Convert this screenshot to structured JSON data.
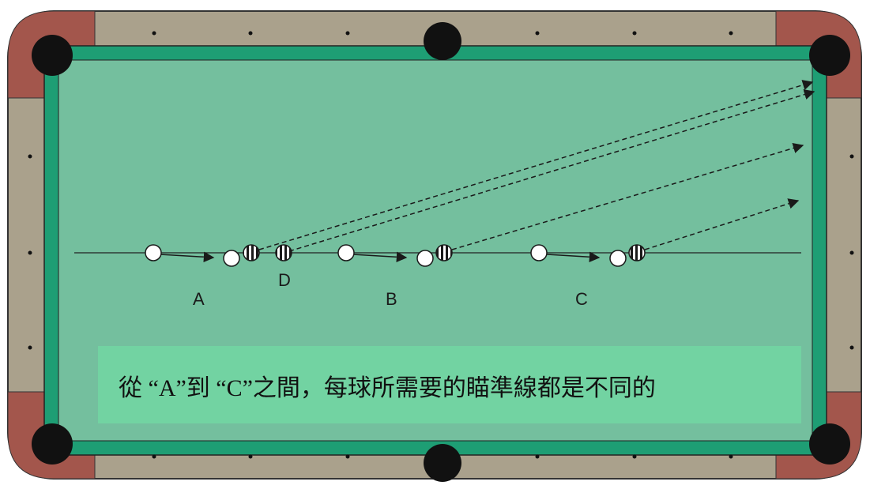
{
  "colors": {
    "felt": "#74bf9e",
    "cushion": "#1e9e74",
    "rail": "#aaa18c",
    "corner_rail": "#a3564c",
    "pocket": "#111111",
    "caption_bg": "#72d3a2"
  },
  "labels": {
    "a": "A",
    "b": "B",
    "c": "C",
    "d": "D"
  },
  "caption": "從 “A”到 “C”之間，每球所需要的瞄準線都是不同的"
}
